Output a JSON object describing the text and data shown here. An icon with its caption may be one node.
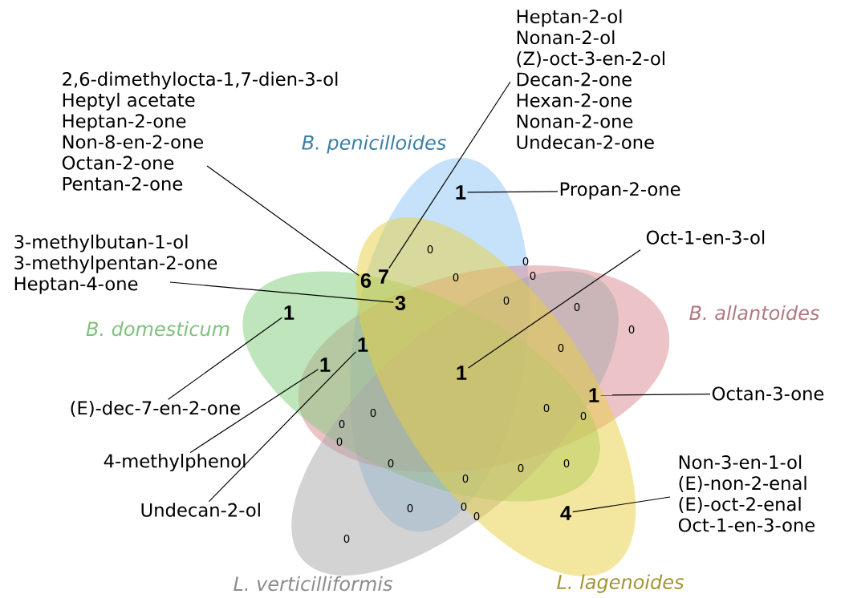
{
  "diagram": {
    "nodes": [
      {
        "text": [
          "2,6-dimethylocta-1,7-dien-3-ol",
          "Heptyl acetate",
          "Heptan-2-one",
          "Non-8-en-2-one",
          "Octan-2-one",
          "Pentan-2-one"
        ]
      },
      {
        "text": [
          "Heptan-2-ol",
          "Nonan-2-ol",
          "(Z)-oct-3-en-2-ol",
          "Decan-2-one",
          "Hexan-2-one",
          "Nonan-2-one",
          "Undecan-2-one"
        ]
      },
      {
        "text": [
          "3-methylbutan-1-ol",
          "3-methylpentan-2-one",
          "Heptan-4-one"
        ]
      },
      {
        "text": [
          "Propan-2-one"
        ]
      },
      {
        "text": [
          "Oct-1-en-3-ol"
        ]
      },
      {
        "text": [
          "(E)-dec-7-en-2-one"
        ]
      },
      {
        "text": [
          "4-methylphenol"
        ]
      },
      {
        "text": [
          "Undecan-2-ol"
        ]
      },
      {
        "text": [
          "Octan-3-one"
        ]
      },
      {
        "text": [
          "Non-3-en-1-ol",
          "(E)-non-2-enal",
          "(E)-oct-2-enal",
          "Oct-1-en-3-one"
        ]
      },
      {
        "text": [
          "6"
        ]
      },
      {
        "text": [
          "7"
        ]
      },
      {
        "text": [
          "3"
        ]
      },
      {
        "text": [
          "1"
        ]
      },
      {
        "text": [
          "1"
        ]
      },
      {
        "text": [
          "1"
        ]
      },
      {
        "text": [
          "1"
        ]
      },
      {
        "text": [
          "1"
        ]
      },
      {
        "text": [
          "1"
        ]
      },
      {
        "text": [
          "4"
        ]
      }
    ],
    "edges": [
      {
        "from": 0,
        "to": 10,
        "arrow": "none"
      },
      {
        "from": 1,
        "to": 11,
        "arrow": "none"
      },
      {
        "from": 2,
        "to": 12,
        "arrow": "none"
      },
      {
        "from": 3,
        "to": 13,
        "arrow": "none"
      },
      {
        "from": 4,
        "to": 14,
        "arrow": "none"
      },
      {
        "from": 5,
        "to": 15,
        "arrow": "none"
      },
      {
        "from": 6,
        "to": 16,
        "arrow": "none"
      },
      {
        "from": 7,
        "to": 17,
        "arrow": "none"
      },
      {
        "from": 8,
        "to": 18,
        "arrow": "none"
      },
      {
        "from": 9,
        "to": 19,
        "arrow": "none"
      }
    ],
    "labels": [
      "B. penicilloides",
      "B. domesticum",
      "B. allantoides",
      "L. verticilliformis",
      "L. lagenoides",
      "0",
      "0",
      "0",
      "0",
      "0",
      "0",
      "0",
      "0",
      "0",
      "0",
      "0",
      "0",
      "0",
      "0",
      "0",
      "0",
      "0",
      "0",
      "0",
      "0",
      "0"
    ]
  }
}
